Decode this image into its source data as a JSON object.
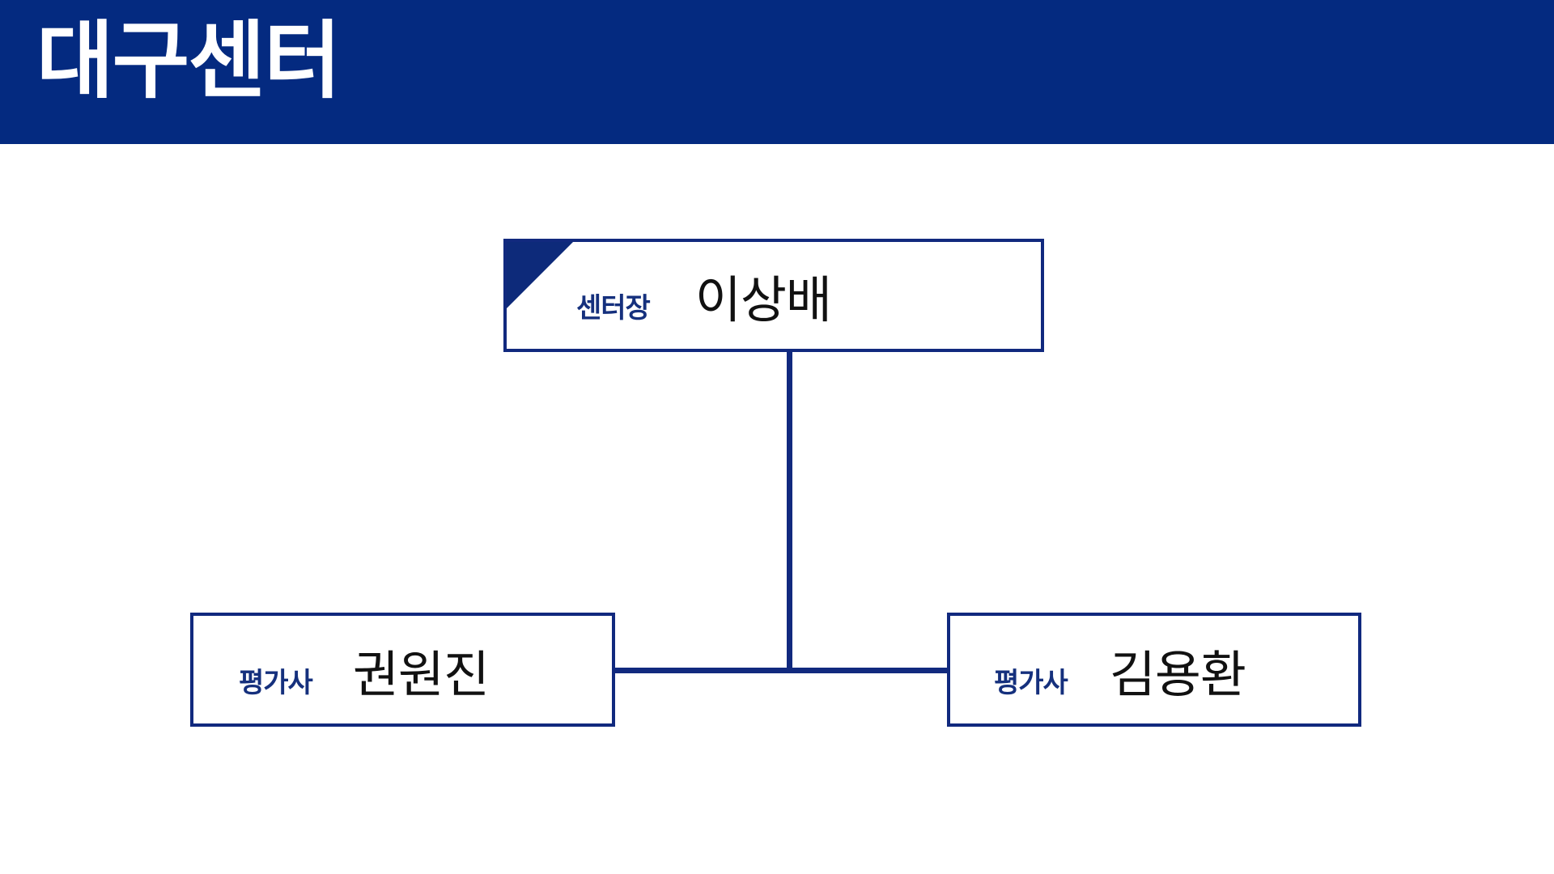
{
  "header": {
    "title": "대구센터",
    "background_color": "#042a80",
    "text_color": "#ffffff"
  },
  "theme": {
    "navy": "#11297e",
    "accent_navy": "#0d2a7a",
    "role_text_color": "#15307d",
    "person_text_color": "#111111",
    "canvas_background": "#ffffff"
  },
  "org_chart": {
    "type": "organization-chart",
    "nodes": [
      {
        "id": "center-director",
        "role": "센터장",
        "person": "이상배",
        "level": 0,
        "has_corner_decor": true
      },
      {
        "id": "appraiser-left",
        "role": "평가사",
        "person": "권원진",
        "level": 1,
        "has_corner_decor": false
      },
      {
        "id": "appraiser-right",
        "role": "평가사",
        "person": "김용환",
        "level": 1,
        "has_corner_decor": false
      }
    ],
    "connectors": [
      {
        "id": "vertical-top",
        "from": "center-director",
        "to": "horizontal-bus",
        "orientation": "vertical"
      },
      {
        "id": "horizontal-bus",
        "from": "appraiser-left",
        "to": "appraiser-right",
        "orientation": "horizontal"
      }
    ]
  }
}
